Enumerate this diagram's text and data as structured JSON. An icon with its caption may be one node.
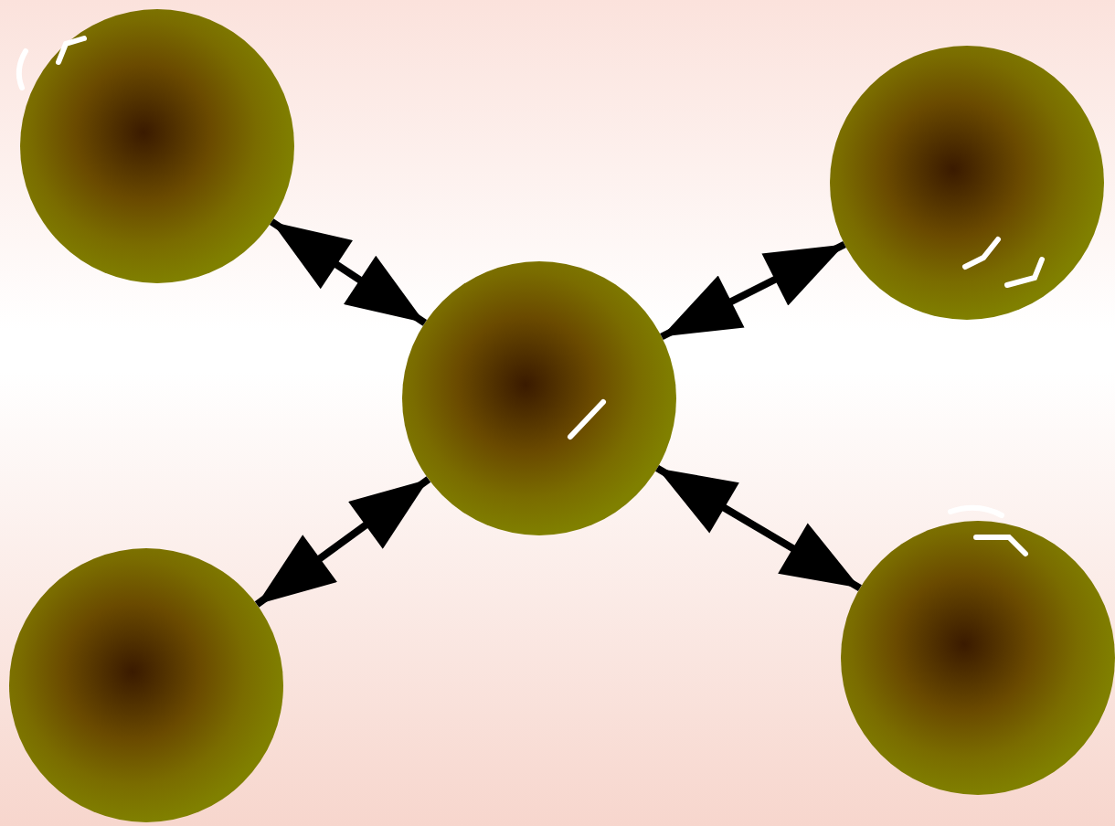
{
  "diagram": {
    "nodes": [
      {
        "text": [],
        "shape": "circle"
      },
      {
        "text": [],
        "shape": "circle"
      },
      {
        "text": [],
        "shape": "circle"
      },
      {
        "text": [],
        "shape": "circle"
      },
      {
        "text": [],
        "shape": "circle"
      }
    ],
    "edges": [
      {
        "from": 2,
        "to": 0,
        "arrow": "both"
      },
      {
        "from": 2,
        "to": 1,
        "arrow": "both"
      },
      {
        "from": 2,
        "to": 3,
        "arrow": "both"
      },
      {
        "from": 2,
        "to": 4,
        "arrow": "both"
      }
    ]
  }
}
